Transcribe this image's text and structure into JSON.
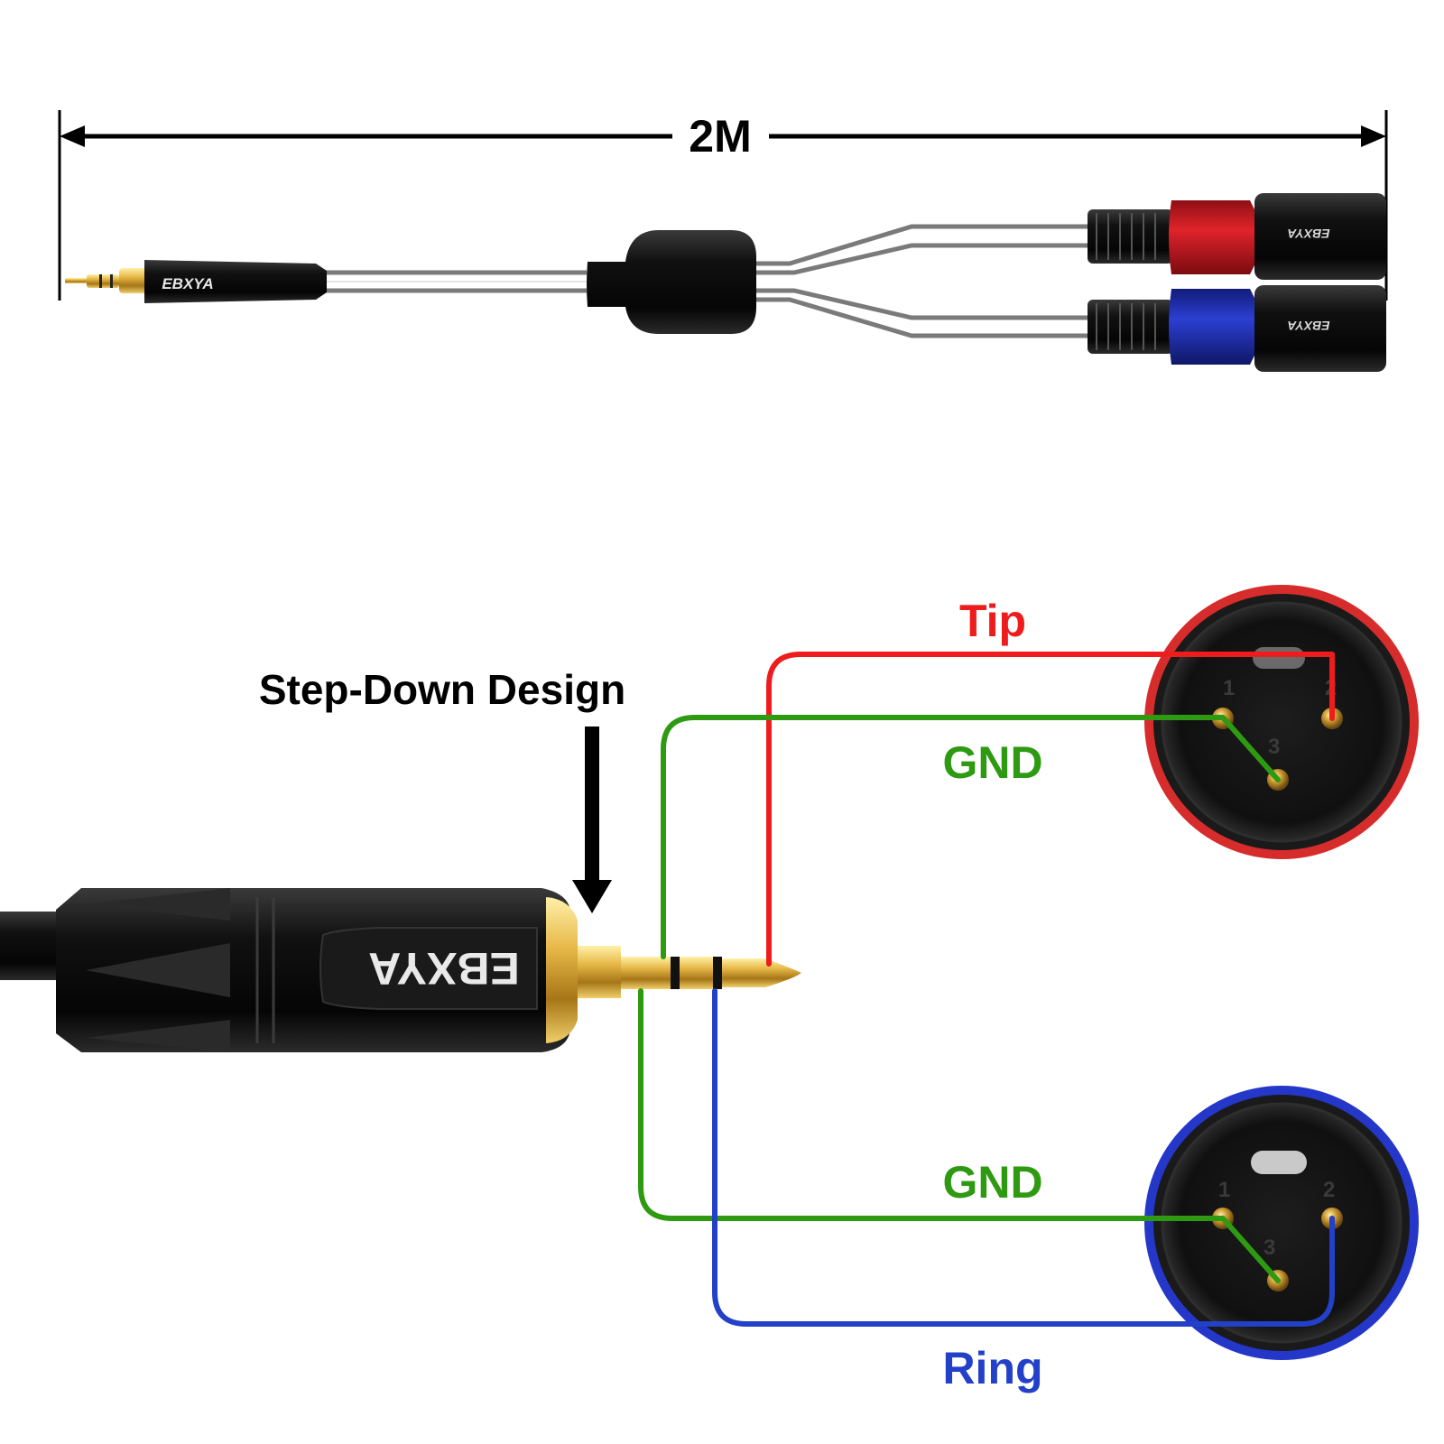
{
  "length_label": "2M",
  "brand_text": "EBXYA",
  "callout_label": "Step-Down Design",
  "wiring": {
    "tip_label": "Tip",
    "gnd_top_label": "GND",
    "gnd_bottom_label": "GND",
    "ring_label": "Ring"
  },
  "pin_numbers": [
    "1",
    "2",
    "3"
  ],
  "colors": {
    "tip": "#ee1c1c",
    "ground": "#2e9a12",
    "ring": "#2340c8",
    "ring_top_xlr": "#d62c2c",
    "ring_bottom_xlr": "#2437c8",
    "xlr_red_collar": "#e0232b",
    "xlr_blue_collar": "#2b3fd1",
    "gold": "#d4a73a"
  }
}
